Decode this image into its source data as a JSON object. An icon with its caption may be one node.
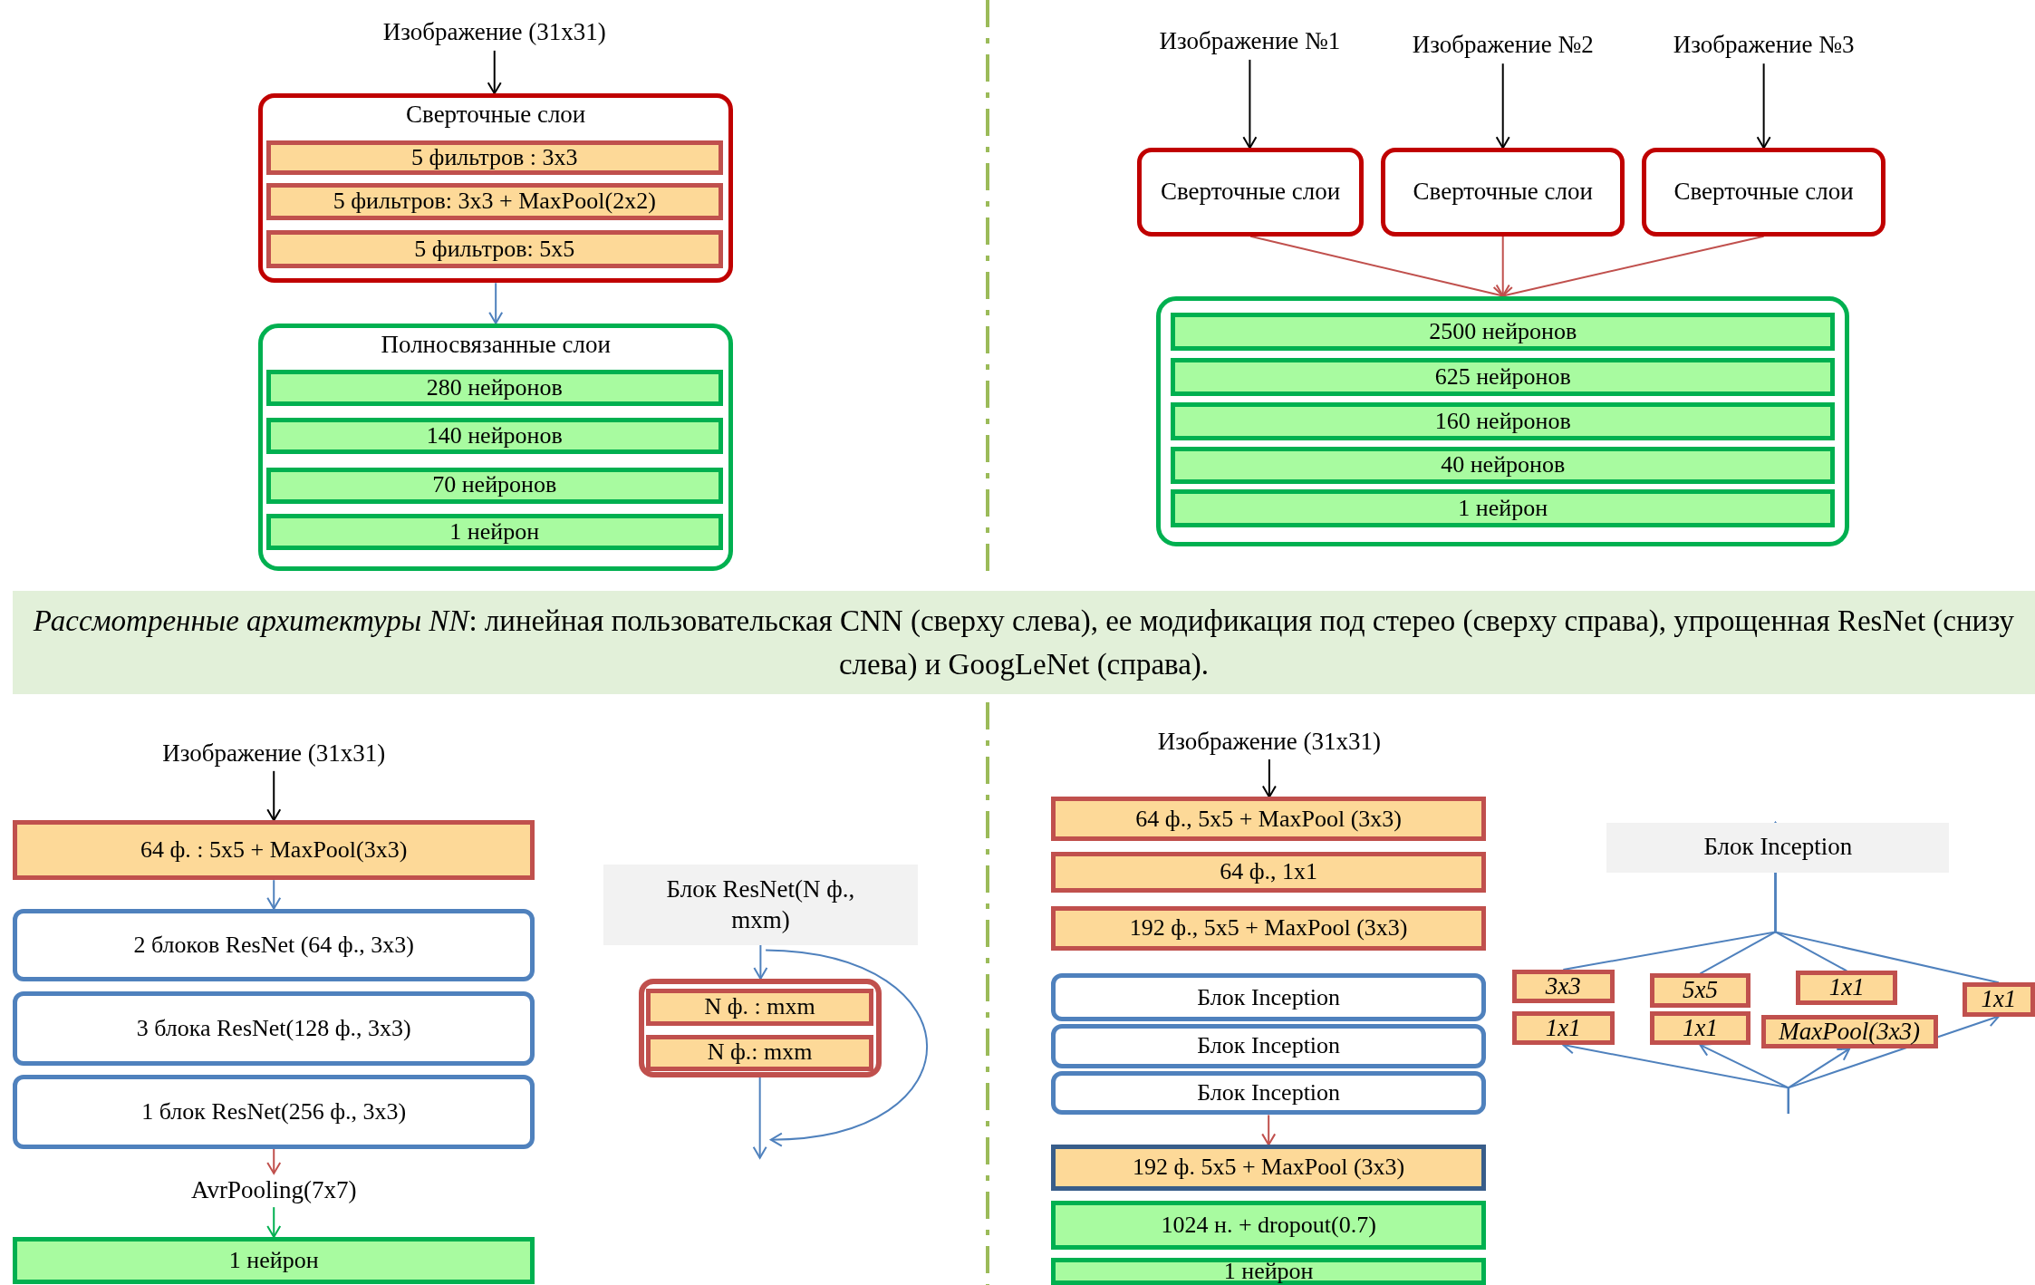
{
  "diagram": {
    "caption": "*Рассмотренные архитектуры NN*: линейная пользовательская CNN (сверху слева), ее модификация под стерео (сверху справа), упрощенная ResNet (снизу слева)  и GoogLeNet (справа).",
    "nodes": [
      {
        "text": [
          "Изображение (31x31)"
        ]
      },
      {
        "text": [
          "Сверточные слои"
        ]
      },
      {
        "text": [
          "5 фильтров : 3x3"
        ],
        "in": 1
      },
      {
        "text": [
          "5 фильтров: 3x3 + MaxPool(2x2)"
        ],
        "in": 1
      },
      {
        "text": [
          "5 фильтров: 5x5"
        ],
        "in": 1
      },
      {
        "text": [
          "Полносвязанные слои"
        ]
      },
      {
        "text": [
          "280 нейронов"
        ],
        "in": 5
      },
      {
        "text": [
          "140 нейронов"
        ],
        "in": 5
      },
      {
        "text": [
          "70 нейронов"
        ],
        "in": 5
      },
      {
        "text": [
          "1 нейрон"
        ],
        "in": 5
      },
      {
        "text": [
          "Изображение №1"
        ]
      },
      {
        "text": [
          "Изображение №2"
        ]
      },
      {
        "text": [
          "Изображение №3"
        ]
      },
      {
        "text": [
          "Сверточные слои"
        ]
      },
      {
        "text": [
          "Сверточные слои"
        ]
      },
      {
        "text": [
          "Сверточные слои"
        ]
      },
      {
        "text": [],
        "shape": "box"
      },
      {
        "text": [
          "2500 нейронов"
        ],
        "in": 16
      },
      {
        "text": [
          "625 нейронов"
        ],
        "in": 16
      },
      {
        "text": [
          "160 нейронов"
        ],
        "in": 16
      },
      {
        "text": [
          "40 нейронов"
        ],
        "in": 16
      },
      {
        "text": [
          "1 нейрон"
        ],
        "in": 16
      },
      {
        "text": [
          "Изображение (31x31)"
        ]
      },
      {
        "text": [
          "64 ф. : 5x5 + MaxPool(3x3)"
        ]
      },
      {
        "text": [
          "2 блоков ResNet (64 ф., 3x3)"
        ]
      },
      {
        "text": [
          "3 блока ResNet(128 ф., 3x3)"
        ]
      },
      {
        "text": [
          "1 блок ResNet(256 ф., 3x3)"
        ]
      },
      {
        "text": [
          "AvrPooling(7x7)"
        ]
      },
      {
        "text": [
          "1 нейрон"
        ]
      },
      {
        "text": [
          "Блок ResNet(N ф., mxm)"
        ]
      },
      {
        "text": [],
        "shape": "box"
      },
      {
        "text": [
          "N ф. : mxm"
        ],
        "in": 30
      },
      {
        "text": [
          "N ф.: mxm"
        ],
        "in": 30
      },
      {
        "text": [
          "Изображение (31x31)"
        ]
      },
      {
        "text": [
          "64 ф., 5x5 + MaxPool (3x3)"
        ]
      },
      {
        "text": [
          "64 ф., 1x1"
        ]
      },
      {
        "text": [
          "192 ф., 5x5 + MaxPool (3x3)"
        ]
      },
      {
        "text": [
          "Блок Inception"
        ]
      },
      {
        "text": [
          "Блок Inception"
        ]
      },
      {
        "text": [
          "Блок Inception"
        ]
      },
      {
        "text": [
          "192 ф. 5x5 + MaxPool (3x3)"
        ]
      },
      {
        "text": [
          "1024 н. + dropout(0.7)"
        ]
      },
      {
        "text": [
          "1 нейрон"
        ]
      },
      {
        "text": [
          "Блок Inception"
        ]
      },
      {
        "text": [
          "3x3"
        ]
      },
      {
        "text": [
          "5x5"
        ]
      },
      {
        "text": [
          "1x1"
        ]
      },
      {
        "text": [
          "1x1"
        ]
      },
      {
        "text": [
          "1x1"
        ]
      },
      {
        "text": [
          "1x1"
        ]
      },
      {
        "text": [
          "MaxPool(3x3)"
        ]
      }
    ],
    "edges": [
      {
        "from": 0,
        "to": 1,
        "arrow": "to",
        "color": "#000000"
      },
      {
        "from": 1,
        "to": 5,
        "arrow": "to"
      },
      {
        "from": 10,
        "to": 13,
        "arrow": "to",
        "color": "#000000"
      },
      {
        "from": 11,
        "to": 14,
        "arrow": "to",
        "color": "#000000"
      },
      {
        "from": 12,
        "to": 15,
        "arrow": "to",
        "color": "#000000"
      },
      {
        "from": 13,
        "to": 16,
        "arrow": "to",
        "color": "#c0504d"
      },
      {
        "from": 14,
        "to": 16,
        "arrow": "to",
        "color": "#c0504d"
      },
      {
        "from": 15,
        "to": 16,
        "arrow": "to",
        "color": "#c0504d"
      },
      {
        "from": 22,
        "to": 23,
        "arrow": "to",
        "color": "#000000"
      },
      {
        "from": 23,
        "to": 24,
        "arrow": "to"
      },
      {
        "from": 26,
        "to": 27,
        "arrow": "to",
        "color": "#c0504d"
      },
      {
        "from": 27,
        "to": 28,
        "arrow": "to",
        "color": "#00b050"
      },
      {
        "from": 29,
        "to": 30,
        "arrow": "to"
      },
      {
        "from": 30,
        "to": null,
        "arrow": "to"
      },
      {
        "from": 29,
        "to": null,
        "arrow": "to"
      },
      {
        "from": 33,
        "to": 34,
        "arrow": "to",
        "color": "#000000"
      },
      {
        "from": 39,
        "to": 40,
        "arrow": "to",
        "color": "#c0504d"
      },
      {
        "from": 44,
        "to": 43,
        "arrow": "to"
      },
      {
        "from": 45,
        "to": 43,
        "arrow": "to"
      },
      {
        "from": 46,
        "to": 43,
        "arrow": "to"
      },
      {
        "from": 47,
        "to": 43,
        "arrow": "to"
      },
      {
        "from": null,
        "to": 48,
        "arrow": "to"
      },
      {
        "from": null,
        "to": 49,
        "arrow": "to"
      },
      {
        "from": null,
        "to": 50,
        "arrow": "to"
      },
      {
        "from": null,
        "to": 47,
        "arrow": "to"
      }
    ]
  }
}
